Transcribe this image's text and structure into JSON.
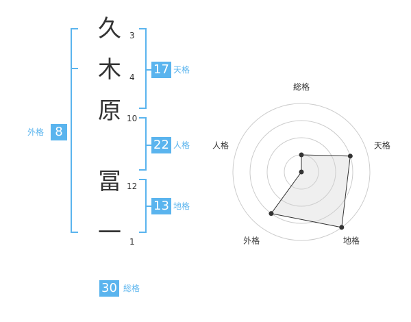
{
  "name_chars": [
    {
      "char": "久",
      "strokes": "3"
    },
    {
      "char": "木",
      "strokes": "4"
    },
    {
      "char": "原",
      "strokes": "10"
    },
    {
      "char": "冨",
      "strokes": "12"
    },
    {
      "char": "一",
      "strokes": "1"
    }
  ],
  "grades": {
    "tenkaku": {
      "value": "17",
      "label": "天格"
    },
    "jinkaku": {
      "value": "22",
      "label": "人格"
    },
    "chikaku": {
      "value": "13",
      "label": "地格"
    },
    "gaikaku": {
      "value": "8",
      "label": "外格"
    },
    "soukaku": {
      "value": "30",
      "label": "総格"
    }
  },
  "colors": {
    "accent": "#5ab4ee",
    "text": "#333333",
    "grid": "#cccccc"
  },
  "chart_data": {
    "type": "radar",
    "axes": [
      "総格",
      "天格",
      "地格",
      "外格",
      "人格"
    ],
    "values": [
      2,
      4,
      5,
      4,
      1
    ],
    "max": 5,
    "grid": true
  }
}
